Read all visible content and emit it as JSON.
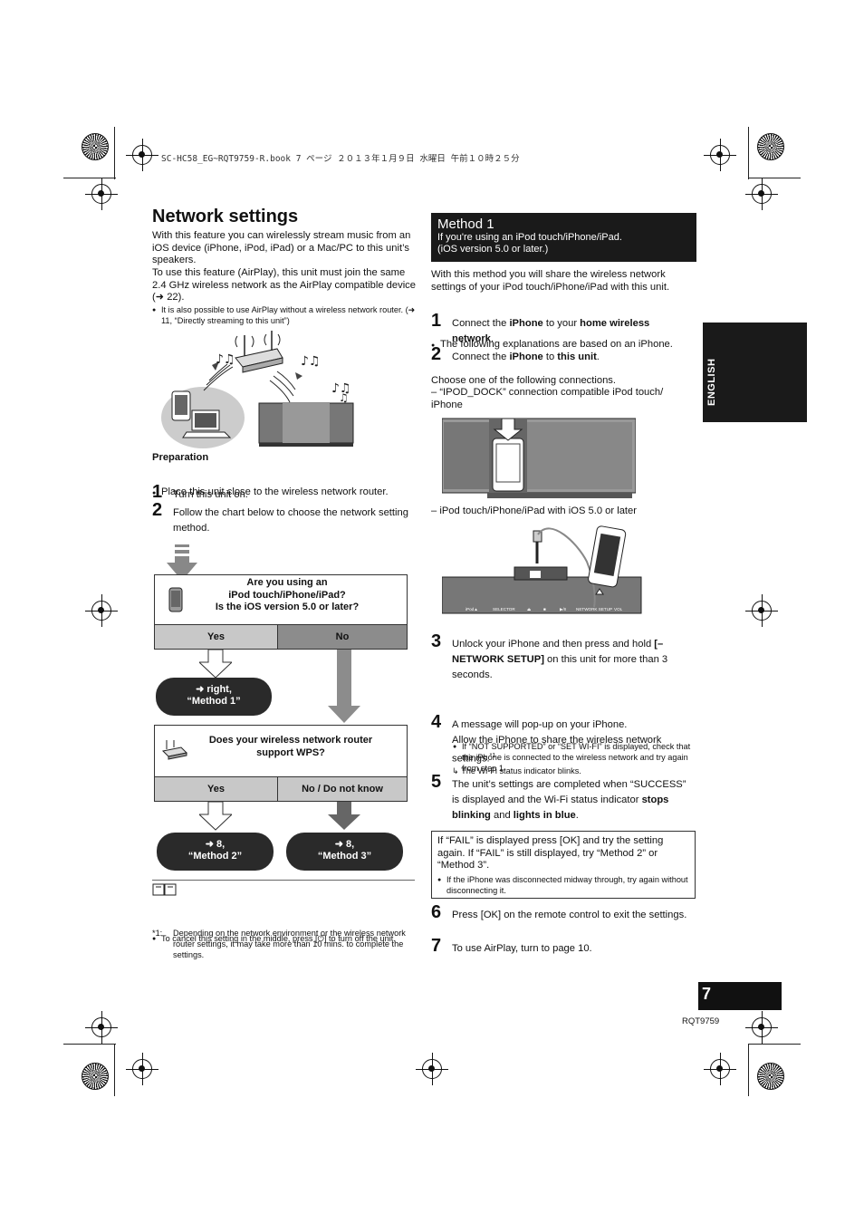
{
  "header_line": "SC-HC58_EG~RQT9759-R.book  7 ページ  ２０１３年１月９日  水曜日  午前１０時２５分",
  "title": "Network settings",
  "intro": {
    "p1": "With this feature you can wirelessly stream music from an iOS device (iPhone, iPod, iPad) or a Mac/PC to this unit’s speakers.",
    "p2": "To use this feature (AirPlay), this unit must join the same 2.4 GHz wireless network as the AirPlay compatible device (➜ 22).",
    "note": "It is also possible to use AirPlay without a wireless network router. (➜ 11, “Directly streaming to this unit”)"
  },
  "preparation": {
    "heading": "Preparation",
    "item": "Place this unit close to the wireless network router."
  },
  "left_steps": [
    {
      "num": "1",
      "text": "Turn this unit on."
    },
    {
      "num": "2",
      "text": "Follow the chart below to choose the network setting method."
    }
  ],
  "flow": {
    "q1": "Are you using an\niPod touch/iPhone/iPad?\nIs the iOS version 5.0 or later?",
    "q1_yes": "Yes",
    "q1_no": "No",
    "res1": "➜ right,\n“Method 1”",
    "q2": "Does your wireless network router\nsupport WPS?",
    "q2_yes": "Yes",
    "q2_no": "No / Do not know",
    "res2": "➜ 8,\n“Method 2”",
    "res3": "➜ 8,\n“Method 3”"
  },
  "notes": {
    "cancel": "To cancel this setting in the middle, press [⏻] to turn off the unit.",
    "footnote_mark": "*1:",
    "footnote": "Depending on the network environment or the wireless network router settings, it may take more than 10 mins. to complete the settings."
  },
  "method1": {
    "title": "Method 1",
    "sub1": "If you're using an iPod touch/iPhone/iPad.",
    "sub2": "(iOS version 5.0 or later.)",
    "intro": "With this method you will share the wireless network settings of your iPod touch/iPhone/iPad with this unit.",
    "intro_note": "The following explanations are based on an iPhone.",
    "choose": "Choose one of the following connections.",
    "opt1": "– “IPOD_DOCK” connection compatible iPod touch/ iPhone",
    "opt2": "– iPod touch/iPhone/iPad with iOS 5.0 or later",
    "step1_num": "1",
    "step1_a": "Connect the ",
    "step1_b": "iPhone",
    "step1_c": " to your ",
    "step1_d": "home wireless network",
    "step1_e": ".",
    "step2_num": "2",
    "step2_a": "Connect the ",
    "step2_b": "iPhone",
    "step2_c": " to ",
    "step2_d": "this unit",
    "step2_e": ".",
    "step3_num": "3",
    "step3_a": "Unlock your iPhone and then press and hold ",
    "step3_b": "[– NETWORK SETUP]",
    "step3_c": " on this unit for more than 3 seconds.",
    "step3_note": "If “NOT SUPPORTED” or “SET WI-FI” is displayed, check that the iPhone is connected to the wireless network and try again from step 1.",
    "step4_num": "4",
    "step4_a": "A message will pop-up on your iPhone.",
    "step4_b": "Allow the iPhone to share the wireless network settings.",
    "step4_mark": "*1",
    "step4_sub": "The Wi-Fi status indicator blinks.",
    "step5_num": "5",
    "step5_a": "The unit’s settings are completed when “SUCCESS” is displayed and the Wi-Fi status indicator ",
    "step5_b": "stops blinking",
    "step5_c": " and ",
    "step5_d": "lights in blue",
    "step5_e": ".",
    "fail": "If “FAIL” is displayed press [OK] and try the setting again. If “FAIL” is still displayed, try “Method 2” or “Method 3”.",
    "fail_note": "If the iPhone was disconnected midway through, try again without disconnecting it.",
    "step6_num": "6",
    "step6": "Press [OK] on the remote control to exit the settings.",
    "step7_num": "7",
    "step7": "To use AirPlay, turn to page 10."
  },
  "unit_labels": [
    "iPod▲",
    "SELECTOR",
    "⏏",
    "■",
    "▶/II",
    "NETWORK SETUP",
    "VOL"
  ],
  "side_tab": "ENGLISH",
  "page_number": "7",
  "doc_code": "RQT9759"
}
